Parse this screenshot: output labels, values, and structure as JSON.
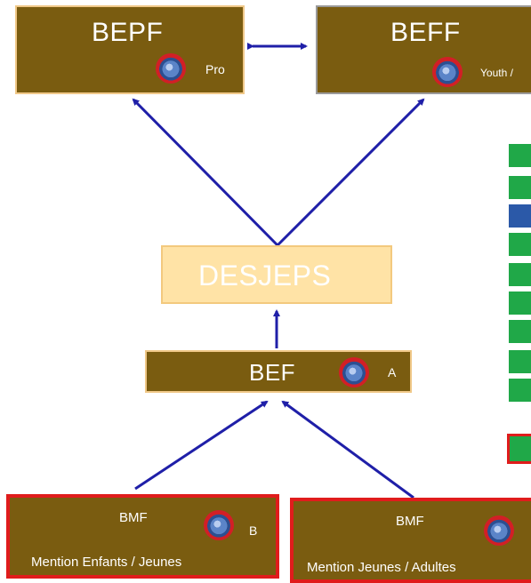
{
  "boxes": {
    "bepf": {
      "title": "BEPF",
      "badge": "Pro"
    },
    "beff": {
      "title": "BEFF",
      "badge": "Youth /"
    },
    "desjeps": {
      "title": "DESJEPS"
    },
    "bef": {
      "title": "BEF",
      "badge": "A"
    },
    "bmf_left": {
      "title": "BMF",
      "badge": "B",
      "mention": "Mention Enfants / Jeunes"
    },
    "bmf_right": {
      "title": "BMF",
      "mention": "Mention Jeunes / Adultes"
    }
  },
  "legend": {
    "stripes": [
      "green",
      "green",
      "blue",
      "green",
      "green",
      "green",
      "green",
      "green",
      "green"
    ]
  },
  "colors": {
    "box_fill": "#7a5c10",
    "box_border": "#f0c888",
    "red_border": "#e01c1c",
    "arrow": "#1f1fa8",
    "desjeps_fill": "#ffe3a6",
    "green": "#20a848",
    "blue": "#2b59a8"
  }
}
